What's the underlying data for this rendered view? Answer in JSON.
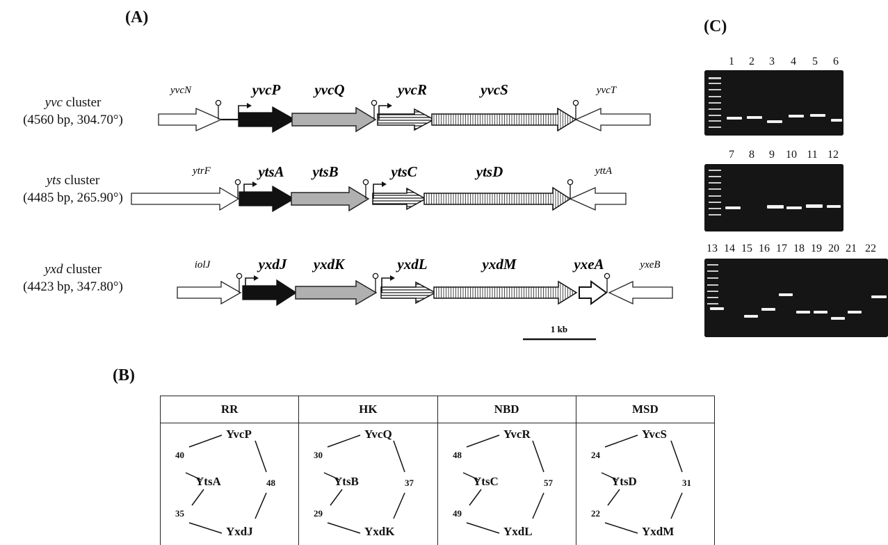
{
  "panels": {
    "a": "(A)",
    "b": "(B)",
    "c": "(C)"
  },
  "clusters": [
    {
      "name": "yvc",
      "word": " cluster",
      "info": "(4560 bp, 304.70°)",
      "left_gene": "yvcN",
      "right_gene": "yvcT",
      "genes": [
        "yvcP",
        "yvcQ",
        "yvcR",
        "yvcS"
      ]
    },
    {
      "name": "yts",
      "word": " cluster",
      "info": "(4485 bp, 265.90°)",
      "left_gene": "ytrF",
      "right_gene": "yttA",
      "genes": [
        "ytsA",
        "ytsB",
        "ytsC",
        "ytsD"
      ]
    },
    {
      "name": "yxd",
      "word": " cluster",
      "info": "(4423 bp, 347.80°)",
      "left_gene": "iolJ",
      "right_gene": "yxeB",
      "genes": [
        "yxdJ",
        "yxdK",
        "yxdL",
        "yxdM",
        "yxeA"
      ]
    }
  ],
  "scale_bar": "1 kb",
  "gel": {
    "lanes_row1": [
      "1",
      "2",
      "3",
      "4",
      "5",
      "6"
    ],
    "lanes_row2": [
      "7",
      "8",
      "9",
      "10",
      "11",
      "12"
    ],
    "lanes_row3": [
      "13",
      "14",
      "15",
      "16",
      "17",
      "18",
      "19",
      "20",
      "21",
      "22"
    ]
  },
  "table": {
    "headers": [
      "RR",
      "HK",
      "NBD",
      "MSD"
    ],
    "groups": [
      {
        "top": "YvcP",
        "mid": "YtsA",
        "bot": "YxdJ",
        "v_top_mid": "40",
        "v_mid_bot": "35",
        "v_top_bot": "48"
      },
      {
        "top": "YvcQ",
        "mid": "YtsB",
        "bot": "YxdK",
        "v_top_mid": "30",
        "v_mid_bot": "29",
        "v_top_bot": "37"
      },
      {
        "top": "YvcR",
        "mid": "YtsC",
        "bot": "YxdL",
        "v_top_mid": "48",
        "v_mid_bot": "49",
        "v_top_bot": "57"
      },
      {
        "top": "YvcS",
        "mid": "YtsD",
        "bot": "YxdM",
        "v_top_mid": "24",
        "v_mid_bot": "22",
        "v_top_bot": "31"
      }
    ]
  },
  "colors": {
    "rr": "#111111",
    "hk": "#b0b0b0",
    "gel_bg": "#151515",
    "band": "#f2f2f2"
  }
}
